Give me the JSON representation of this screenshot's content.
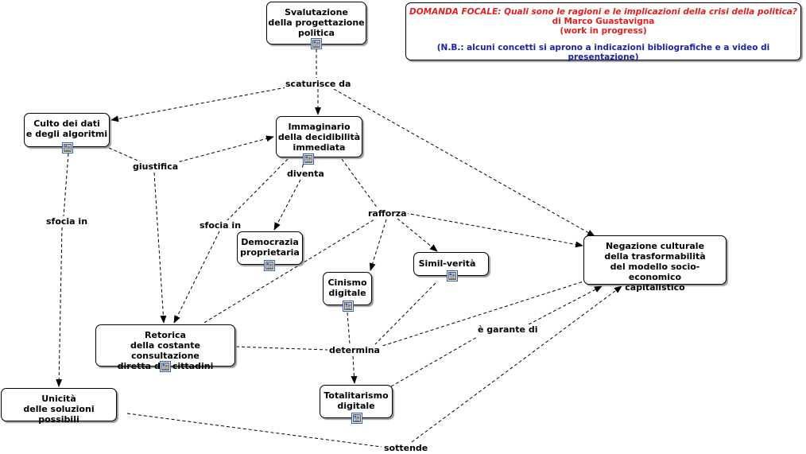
{
  "focal": {
    "question": "DOMANDA FOCALE: Quali sono le ragioni e le implicazioni della crisi della politica?",
    "author": "di Marco Guastavigna",
    "status": "(work in progress)",
    "note": "(N.B.: alcuni concetti si aprono a indicazioni bibliografiche e a video di presentazione)",
    "question_color": "#e0201e",
    "note_color": "#1a22a8"
  },
  "nodes": {
    "svalutazione": "Svalutazione\ndella progettazione\npolitica",
    "culto": "Culto dei dati\ne degli algoritmi",
    "immaginario": "Immaginario\ndella decidibilità\nimmediata",
    "democrazia": "Democrazia\nproprietaria",
    "simil": "Simil-verità",
    "cinismo": "Cinismo\ndigitale",
    "negazione": "Negazione culturale\ndella trasformabilità\ndel modello socio-economico\ncapitalistico",
    "retorica": "Retorica\ndella costante consultazione\ndiretta dei cittadini",
    "unicita": "Unicità\ndelle soluzioni possibili",
    "totalitarismo": "Totalitarismo\ndigitale"
  },
  "links": {
    "scaturisce": "scaturisce da",
    "giustifica": "giustifica",
    "diventa": "diventa",
    "sfocia_in_1": "sfocia in",
    "sfocia_in_2": "sfocia in",
    "rafforza": "rafforza",
    "determina": "determina",
    "garante": "è garante di",
    "sottende": "sottende"
  },
  "icons": {
    "document": "document-icon"
  }
}
